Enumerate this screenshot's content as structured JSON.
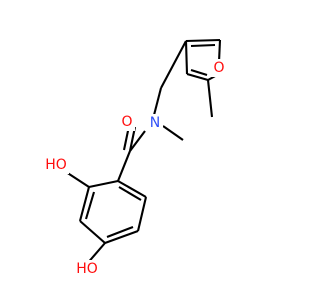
{
  "molecule": {
    "atom_labels": {
      "furan_o": "O",
      "amide_n": "N",
      "carbonyl_o": "O",
      "hydroxyl_2": "HO",
      "hydroxyl_4": "HO"
    },
    "colors": {
      "bond": "#000000",
      "oxygen": "#ff0d0d",
      "nitrogen": "#3050f8",
      "background": "#ffffff"
    }
  }
}
